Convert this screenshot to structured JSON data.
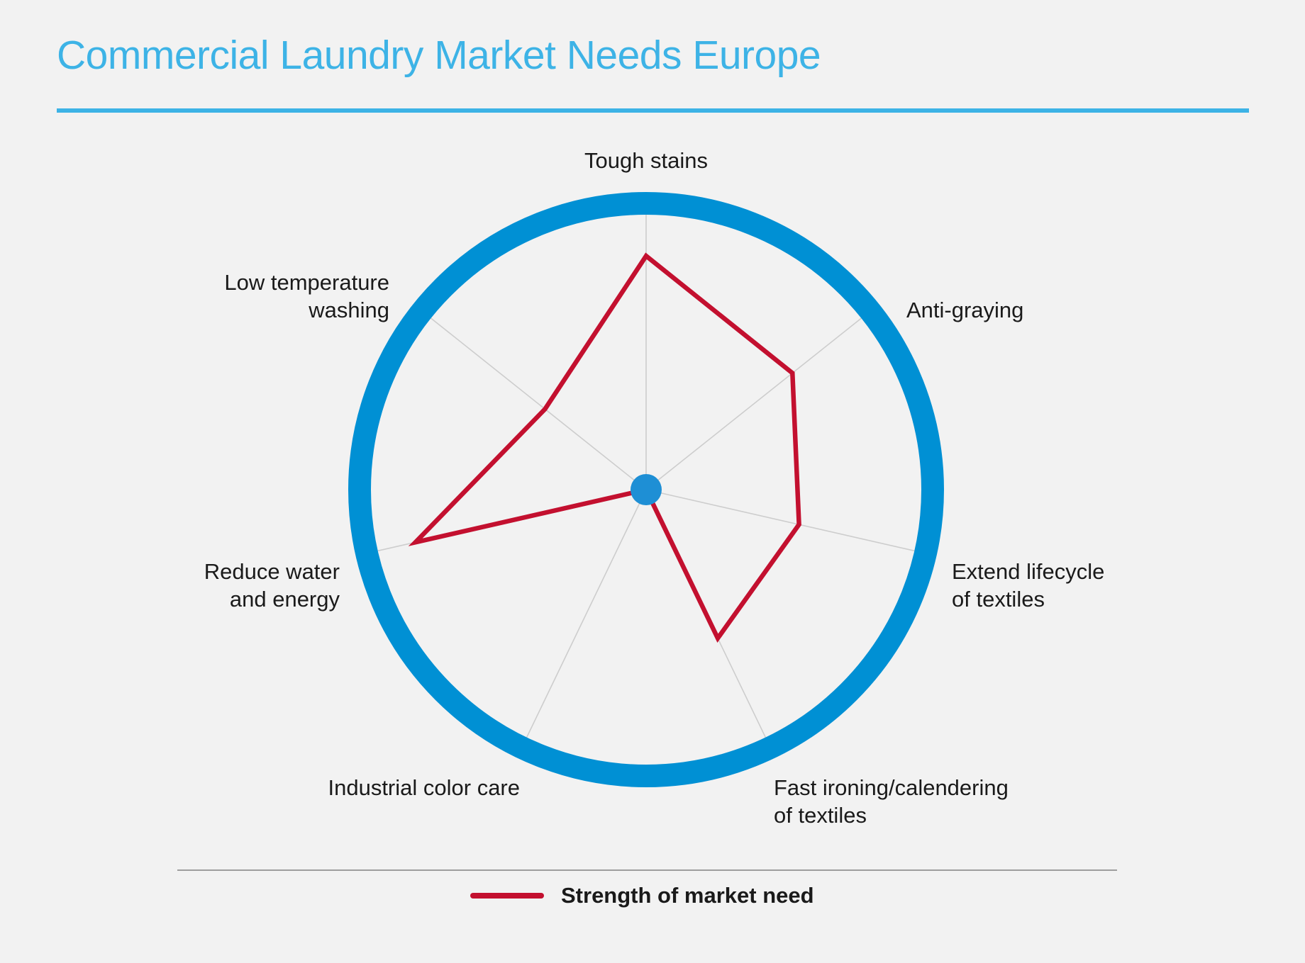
{
  "title": "Commercial Laundry Market Needs Europe",
  "colors": {
    "title": "#3db3e6",
    "ring": "#0090d4",
    "center_dot": "#1e8fd5",
    "series": "#c3102f",
    "spokes": "#cdcdcd",
    "background": "#f2f2f2"
  },
  "chart_data": {
    "type": "radar",
    "title": "Commercial Laundry Market Needs Europe",
    "categories": [
      "Tough stains",
      "Anti-graying",
      "Extend lifecycle of textiles",
      "Fast ironing/calendering of textiles",
      "Industrial color care",
      "Reduce water and energy",
      "Low temperature washing"
    ],
    "axis_labels": [
      [
        "Tough stains"
      ],
      [
        "Anti-graying"
      ],
      [
        "Extend lifecycle",
        "of textiles"
      ],
      [
        "Fast ironing/calendering",
        "of textiles"
      ],
      [
        "Industrial color care"
      ],
      [
        "Reduce water",
        "and energy"
      ],
      [
        "Low temperature",
        "washing"
      ]
    ],
    "series": [
      {
        "name": "Strength of market need",
        "values": [
          0.85,
          0.68,
          0.57,
          0.6,
          0.0,
          0.86,
          0.47
        ]
      }
    ],
    "range": [
      0,
      1
    ],
    "grid": false,
    "legend_position": "bottom"
  },
  "legend": {
    "label": "Strength of market need"
  }
}
